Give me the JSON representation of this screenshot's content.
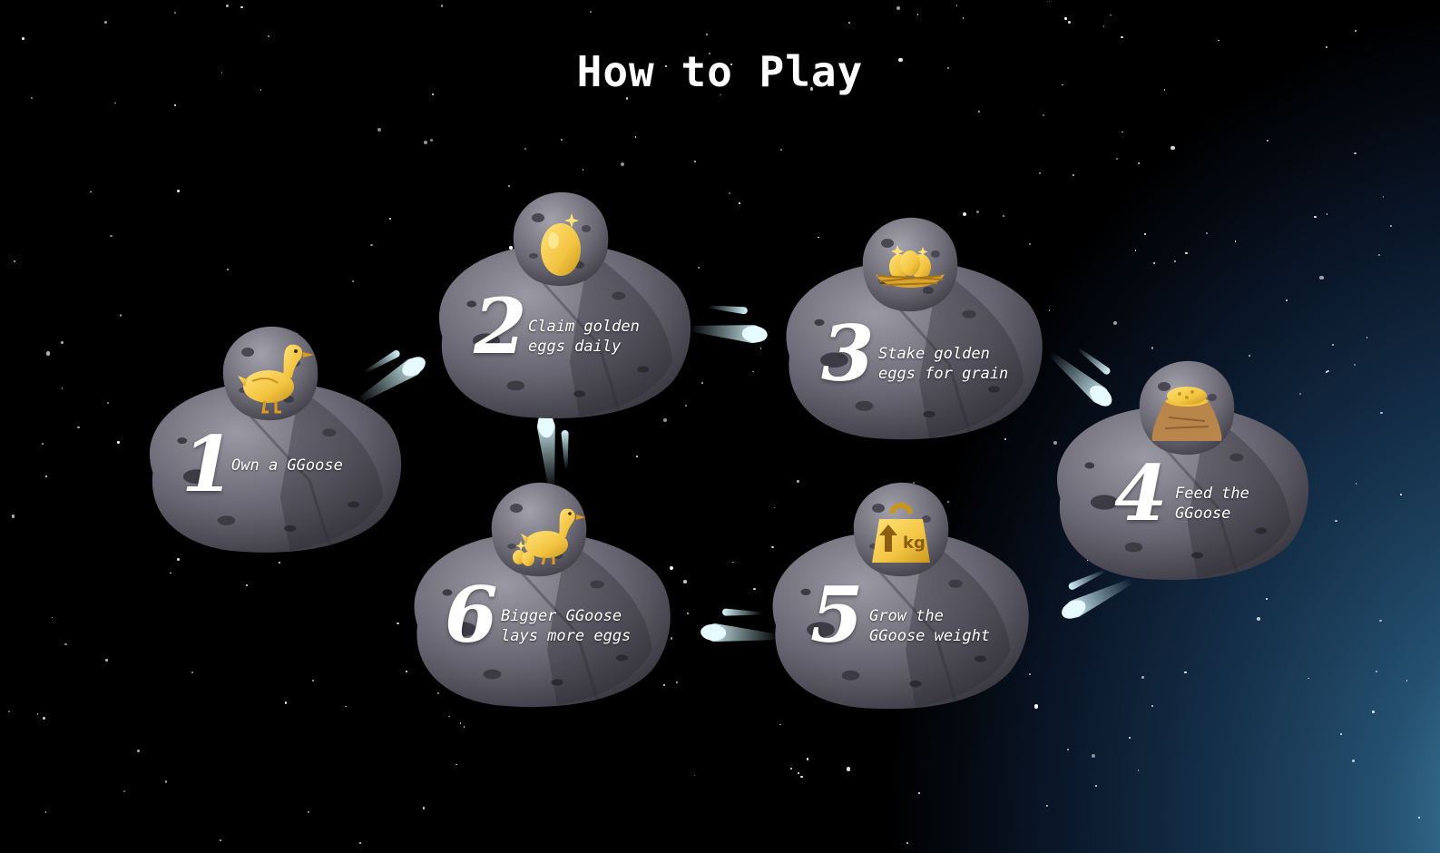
{
  "title": "How to Play",
  "colors": {
    "rock_light": "#8c8a94",
    "rock_mid": "#5f5d68",
    "rock_dark": "#3a3942",
    "gold": "#f2c441",
    "gold_dark": "#c8961f",
    "comet": "#bfeaf2"
  },
  "steps": [
    {
      "number": "1",
      "label": "Own a GGoose",
      "icon": "golden-goose-icon"
    },
    {
      "number": "2",
      "label": "Claim golden\neggs daily",
      "icon": "golden-egg-icon"
    },
    {
      "number": "3",
      "label": "Stake golden\neggs for grain",
      "icon": "egg-nest-icon"
    },
    {
      "number": "4",
      "label": "Feed the\nGGoose",
      "icon": "grain-sack-icon"
    },
    {
      "number": "5",
      "label": "Grow the\nGGoose weight",
      "icon": "kg-weight-icon",
      "icon_text": "kg"
    },
    {
      "number": "6",
      "label": "Bigger GGoose\nlays more eggs",
      "icon": "goose-with-eggs-icon"
    }
  ]
}
